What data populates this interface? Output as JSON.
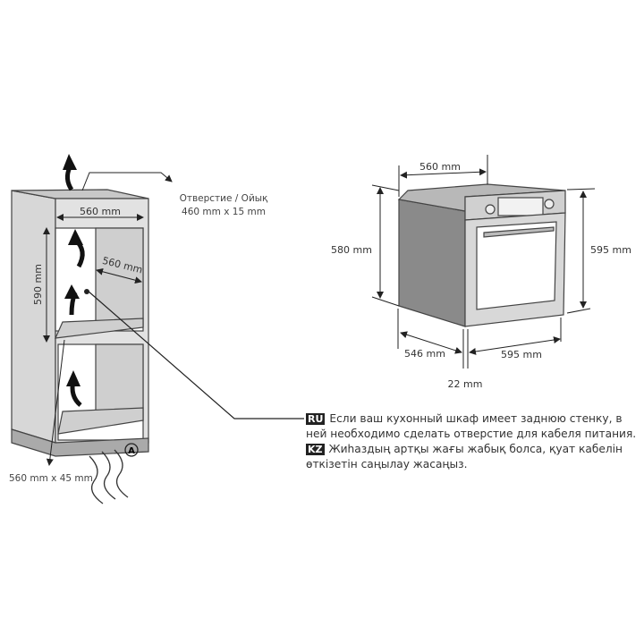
{
  "cabinet": {
    "opening_label_line1": "Отверстие / Ойық",
    "opening_label_line2": "460 mm x 15 mm",
    "width_top": "560 mm",
    "depth": "560 mm",
    "height": "590 mm",
    "bottom_vent": "560 mm x 45 mm",
    "marker": "A"
  },
  "oven": {
    "depth_top": "560 mm",
    "height_body": "580 mm",
    "height_front": "595 mm",
    "depth_side": "546 mm",
    "width_front": "595 mm",
    "front_thickness": "22 mm"
  },
  "note": {
    "ru_tag": "RU",
    "ru_text": "Если ваш кухонный шкаф имеет заднюю стенку, в ней необходимо сделать отверстие для кабеля питания.",
    "kz_tag": "KZ",
    "kz_text": "Жиһаздың артқы жағы жабық болса, қуат кабелін өткізетін саңылау жасаңыз."
  }
}
